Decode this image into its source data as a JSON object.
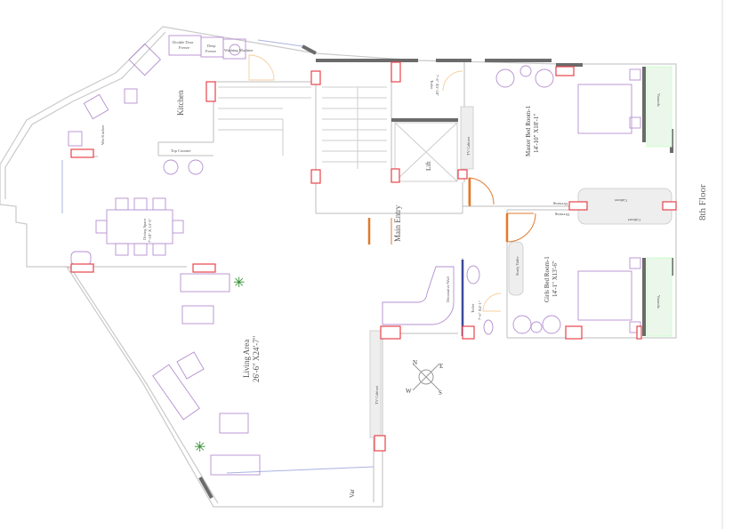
{
  "title": "8th Floor",
  "rooms": {
    "kitchen": "Kitchen",
    "wet_kitchen": "Wet Kitchen",
    "top_counter": "Top Counter",
    "double_door_freeze": [
      "Double Door",
      "Freeze"
    ],
    "deep_freeze": [
      "Deep",
      "Freeze"
    ],
    "washing_machine": "Washing Machine",
    "dining": [
      "Dining Space",
      "7'-10\" X 14'-3\""
    ],
    "toilet_1": [
      "Toilet",
      "7'-6\" X5'-10\""
    ],
    "lift": "Lift",
    "main_entry": "Main Entry",
    "tv_cabinet_1": "TV Cabinet",
    "master_bed": [
      "Master Bed Room-1",
      "14'-10\" X18'-1\""
    ],
    "dressing_1": "Dressing",
    "dressing_2": "Dressing",
    "cabinet_1": "Cabinet",
    "cabinet_2": "Cabinet",
    "varanda_1": "Varanda",
    "varanda_2": "Varanda",
    "study_table": "Study Table",
    "girls_bed": [
      "Girls Bed Room-1",
      "14'-1\" X13'-6\""
    ],
    "toilet_2": [
      "Toilet",
      "7'-6\" X4'-1\""
    ],
    "decorative_wall": "Decorative Wall",
    "living": [
      "Living Area",
      "26'-6\" X24'-7\""
    ],
    "tv_cabinet_2": "TV Cabinet",
    "var": "Var"
  },
  "compass": {
    "n": "N",
    "e": "E",
    "s": "S",
    "w": "W"
  },
  "colors": {
    "column": "#e8434b",
    "door": "#e07a2c",
    "furniture": "#b58fd0",
    "wall": "#6b6b6b",
    "window": "#aab4e0"
  }
}
